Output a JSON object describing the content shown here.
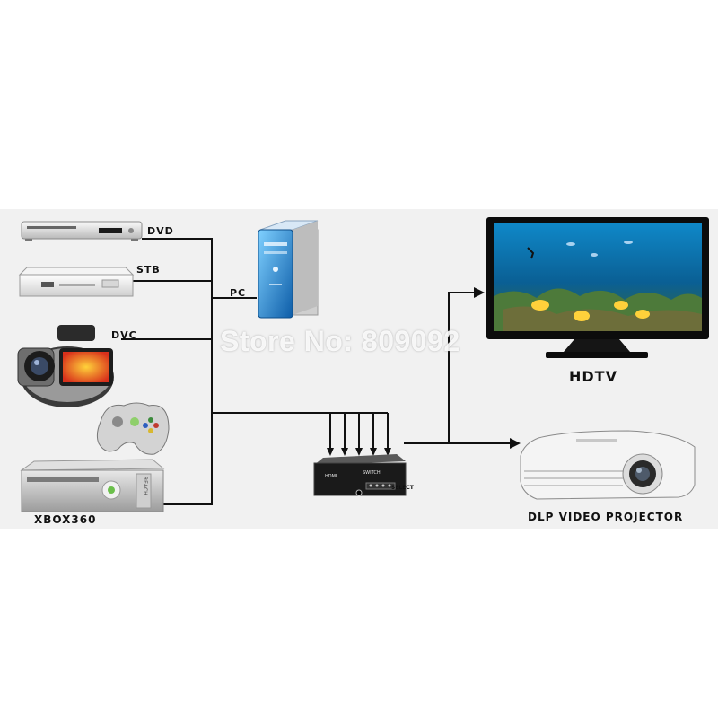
{
  "labels": {
    "dvd": "DVD",
    "stb": "STB",
    "dvc": "DVC",
    "pc": "PC",
    "xbox": "XBOX360",
    "hdtv": "HDTV",
    "projector": "DLP VIDEO PROJECTOR"
  },
  "switch": {
    "hdmi": "HDMI",
    "switch": "SWITCH",
    "select": "SELECT"
  },
  "xbox_badge": "REACH",
  "watermark": "Store No: 809092"
}
